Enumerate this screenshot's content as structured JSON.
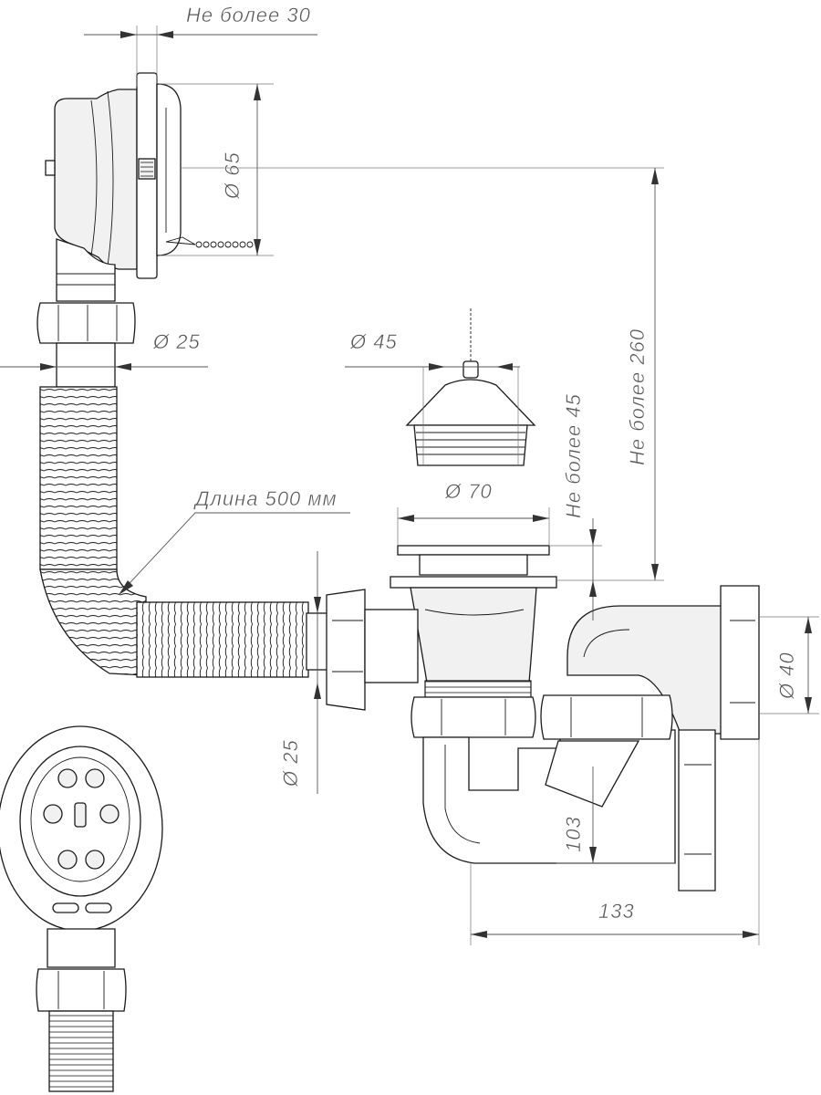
{
  "dimensions": {
    "flange_gap": "Не более 30",
    "overflow_diameter": "Ø 65",
    "pipe_diameter_top": "Ø 25",
    "plug_diameter": "Ø 45",
    "hose_length": "Длина 500 мм",
    "drain_diameter": "Ø 70",
    "drain_height": "Не более 45",
    "total_height": "Не более 260",
    "pipe_diameter_bottom": "Ø 25",
    "outlet_diameter": "Ø 40",
    "trap_height": "103",
    "trap_length": "133"
  },
  "colors": {
    "line": "#1a1a1a",
    "dimension": "#555555",
    "part_fill": "#f1f1f1"
  }
}
